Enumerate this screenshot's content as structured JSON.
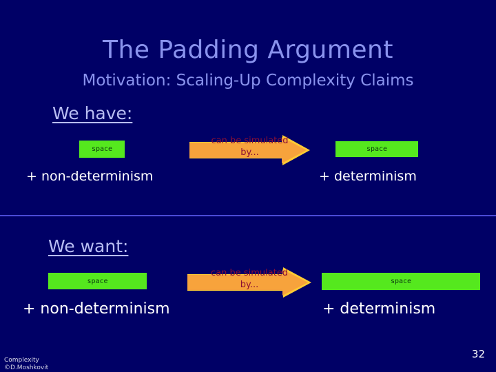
{
  "slide": {
    "background_color": "#000066",
    "title": "The Padding Argument",
    "subtitle": "Motivation: Scaling-Up Complexity Claims",
    "title_color": "#8a93ee",
    "divider_color": "#4b4bd8",
    "page_number": "32"
  },
  "sections": {
    "have": {
      "heading": "We have:",
      "left_box_label": "space",
      "right_box_label": "space",
      "arrow_label_line1": "can be simulated",
      "arrow_label_line2": "by...",
      "left_caption": "+ non-determinism",
      "right_caption": "+ determinism"
    },
    "want": {
      "heading": "We want:",
      "left_box_label": "space",
      "right_box_label": "space",
      "arrow_label_line1": "can be simulated",
      "arrow_label_line2": "by...",
      "left_caption": "+ non-determinism",
      "right_caption": "+ determinism"
    }
  },
  "colors": {
    "box_green": "#55e81e",
    "box_text": "#0b3a10",
    "arrow_orange": "#f7a33c",
    "arrow_head_highlight": "#ffcc33",
    "arrow_text": "#8b1033",
    "caption_white": "#ffffff"
  },
  "footer": {
    "line1": "Complexity",
    "line2": "©D.Moshkovit"
  }
}
